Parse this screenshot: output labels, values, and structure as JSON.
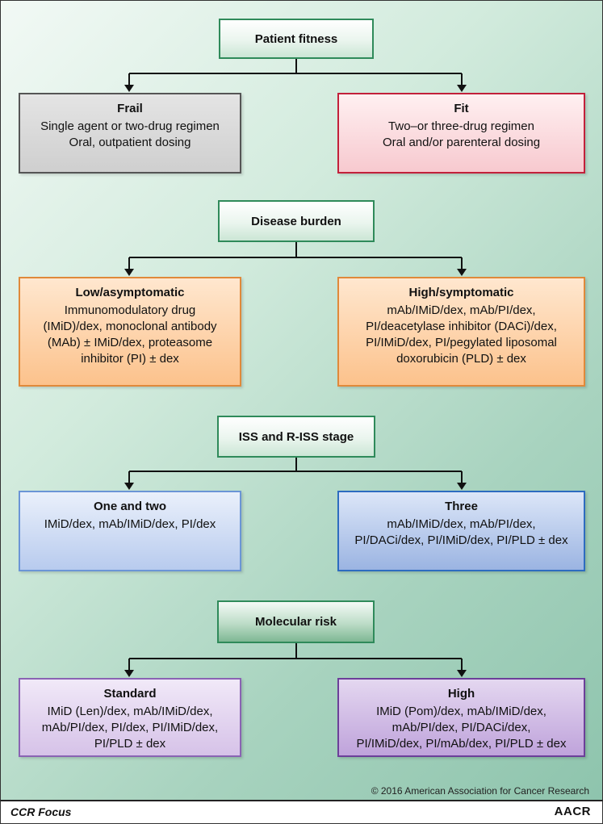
{
  "sections": [
    {
      "header": "Patient fitness",
      "left": {
        "title": "Frail",
        "lines": [
          "Single agent or two-drug regimen",
          "Oral, outpatient dosing"
        ]
      },
      "right": {
        "title": "Fit",
        "lines": [
          "Two–or three-drug regimen",
          "Oral and/or parenteral dosing"
        ]
      }
    },
    {
      "header": "Disease burden",
      "left": {
        "title": "Low/asymptomatic",
        "lines": [
          "Immunomodulatory drug",
          "(IMiD)/dex, monoclonal antibody",
          "(MAb) ± IMiD/dex, proteasome",
          "inhibitor (PI) ± dex"
        ]
      },
      "right": {
        "title": "High/symptomatic",
        "lines": [
          "mAb/IMiD/dex, mAb/PI/dex,",
          "PI/deacetylase inhibitor (DACi)/dex,",
          "PI/IMiD/dex, PI/pegylated liposomal",
          "doxorubicin (PLD) ± dex"
        ]
      }
    },
    {
      "header": "ISS and R-ISS stage",
      "left": {
        "title": "One and two",
        "lines": [
          "IMiD/dex, mAb/IMiD/dex, PI/dex"
        ]
      },
      "right": {
        "title": "Three",
        "lines": [
          "mAb/IMiD/dex, mAb/PI/dex,",
          "PI/DACi/dex, PI/IMiD/dex, PI/PLD ± dex"
        ]
      }
    },
    {
      "header": "Molecular risk",
      "left": {
        "title": "Standard",
        "lines": [
          "IMiD (Len)/dex, mAb/IMiD/dex,",
          "mAb/PI/dex, PI/dex, PI/IMiD/dex,",
          "PI/PLD ± dex"
        ]
      },
      "right": {
        "title": "High",
        "lines": [
          "IMiD (Pom)/dex, mAb/IMiD/dex,",
          "mAb/PI/dex, PI/DACi/dex,",
          "PI/IMiD/dex, PI/mAb/dex, PI/PLD ± dex"
        ]
      }
    }
  ],
  "copyright": "© 2016 American Association for Cancer Research",
  "footer": {
    "left": "CCR Focus",
    "right": "AACR"
  }
}
